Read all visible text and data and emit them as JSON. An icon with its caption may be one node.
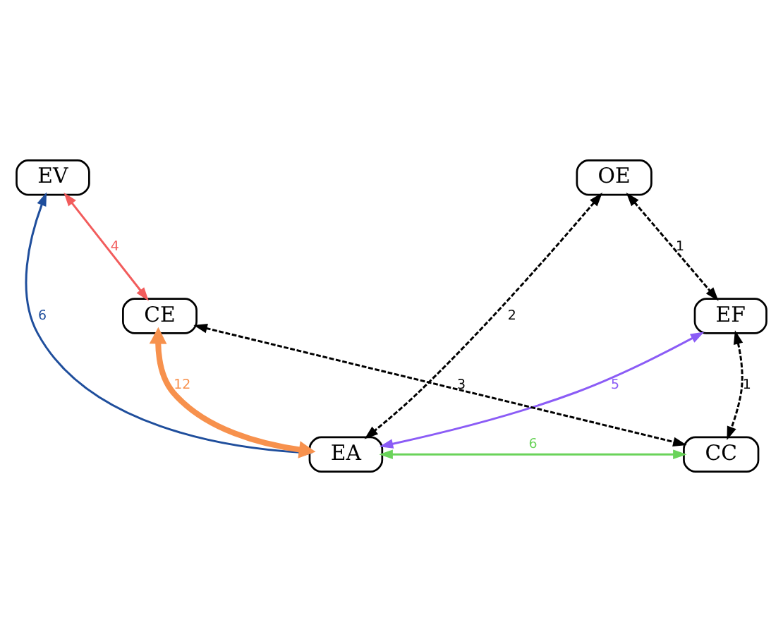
{
  "diagram": {
    "nodes": [
      {
        "text": [
          "EV"
        ]
      },
      {
        "text": [
          "OE"
        ]
      },
      {
        "text": [
          "EF"
        ]
      },
      {
        "text": [
          "CE"
        ]
      },
      {
        "text": [
          "EA"
        ]
      },
      {
        "text": [
          "CC"
        ]
      }
    ],
    "edges": [
      {
        "from": 1,
        "to": 2,
        "arrow": "both",
        "label": "1",
        "style": "dashed"
      },
      {
        "from": 0,
        "to": 3,
        "arrow": "both",
        "label": "4",
        "color": "#f25c5c"
      },
      {
        "from": 1,
        "to": 4,
        "arrow": "both",
        "label": "2",
        "style": "dashed"
      },
      {
        "from": 0,
        "to": 4,
        "arrow": "both",
        "label": "6",
        "color": "#1f4e9c"
      },
      {
        "from": 2,
        "to": 4,
        "arrow": "both",
        "label": "5",
        "color": "#8b5cf6"
      },
      {
        "from": 2,
        "to": 5,
        "arrow": "both",
        "label": "1",
        "style": "dashed"
      },
      {
        "from": 3,
        "to": 4,
        "arrow": "both",
        "label": "12",
        "style": "thick",
        "color": "#f7914d"
      },
      {
        "from": 3,
        "to": 5,
        "arrow": "both",
        "label": "3",
        "style": "dashed"
      },
      {
        "from": 4,
        "to": 5,
        "arrow": "both",
        "label": "6",
        "color": "#6ad35a"
      }
    ]
  }
}
